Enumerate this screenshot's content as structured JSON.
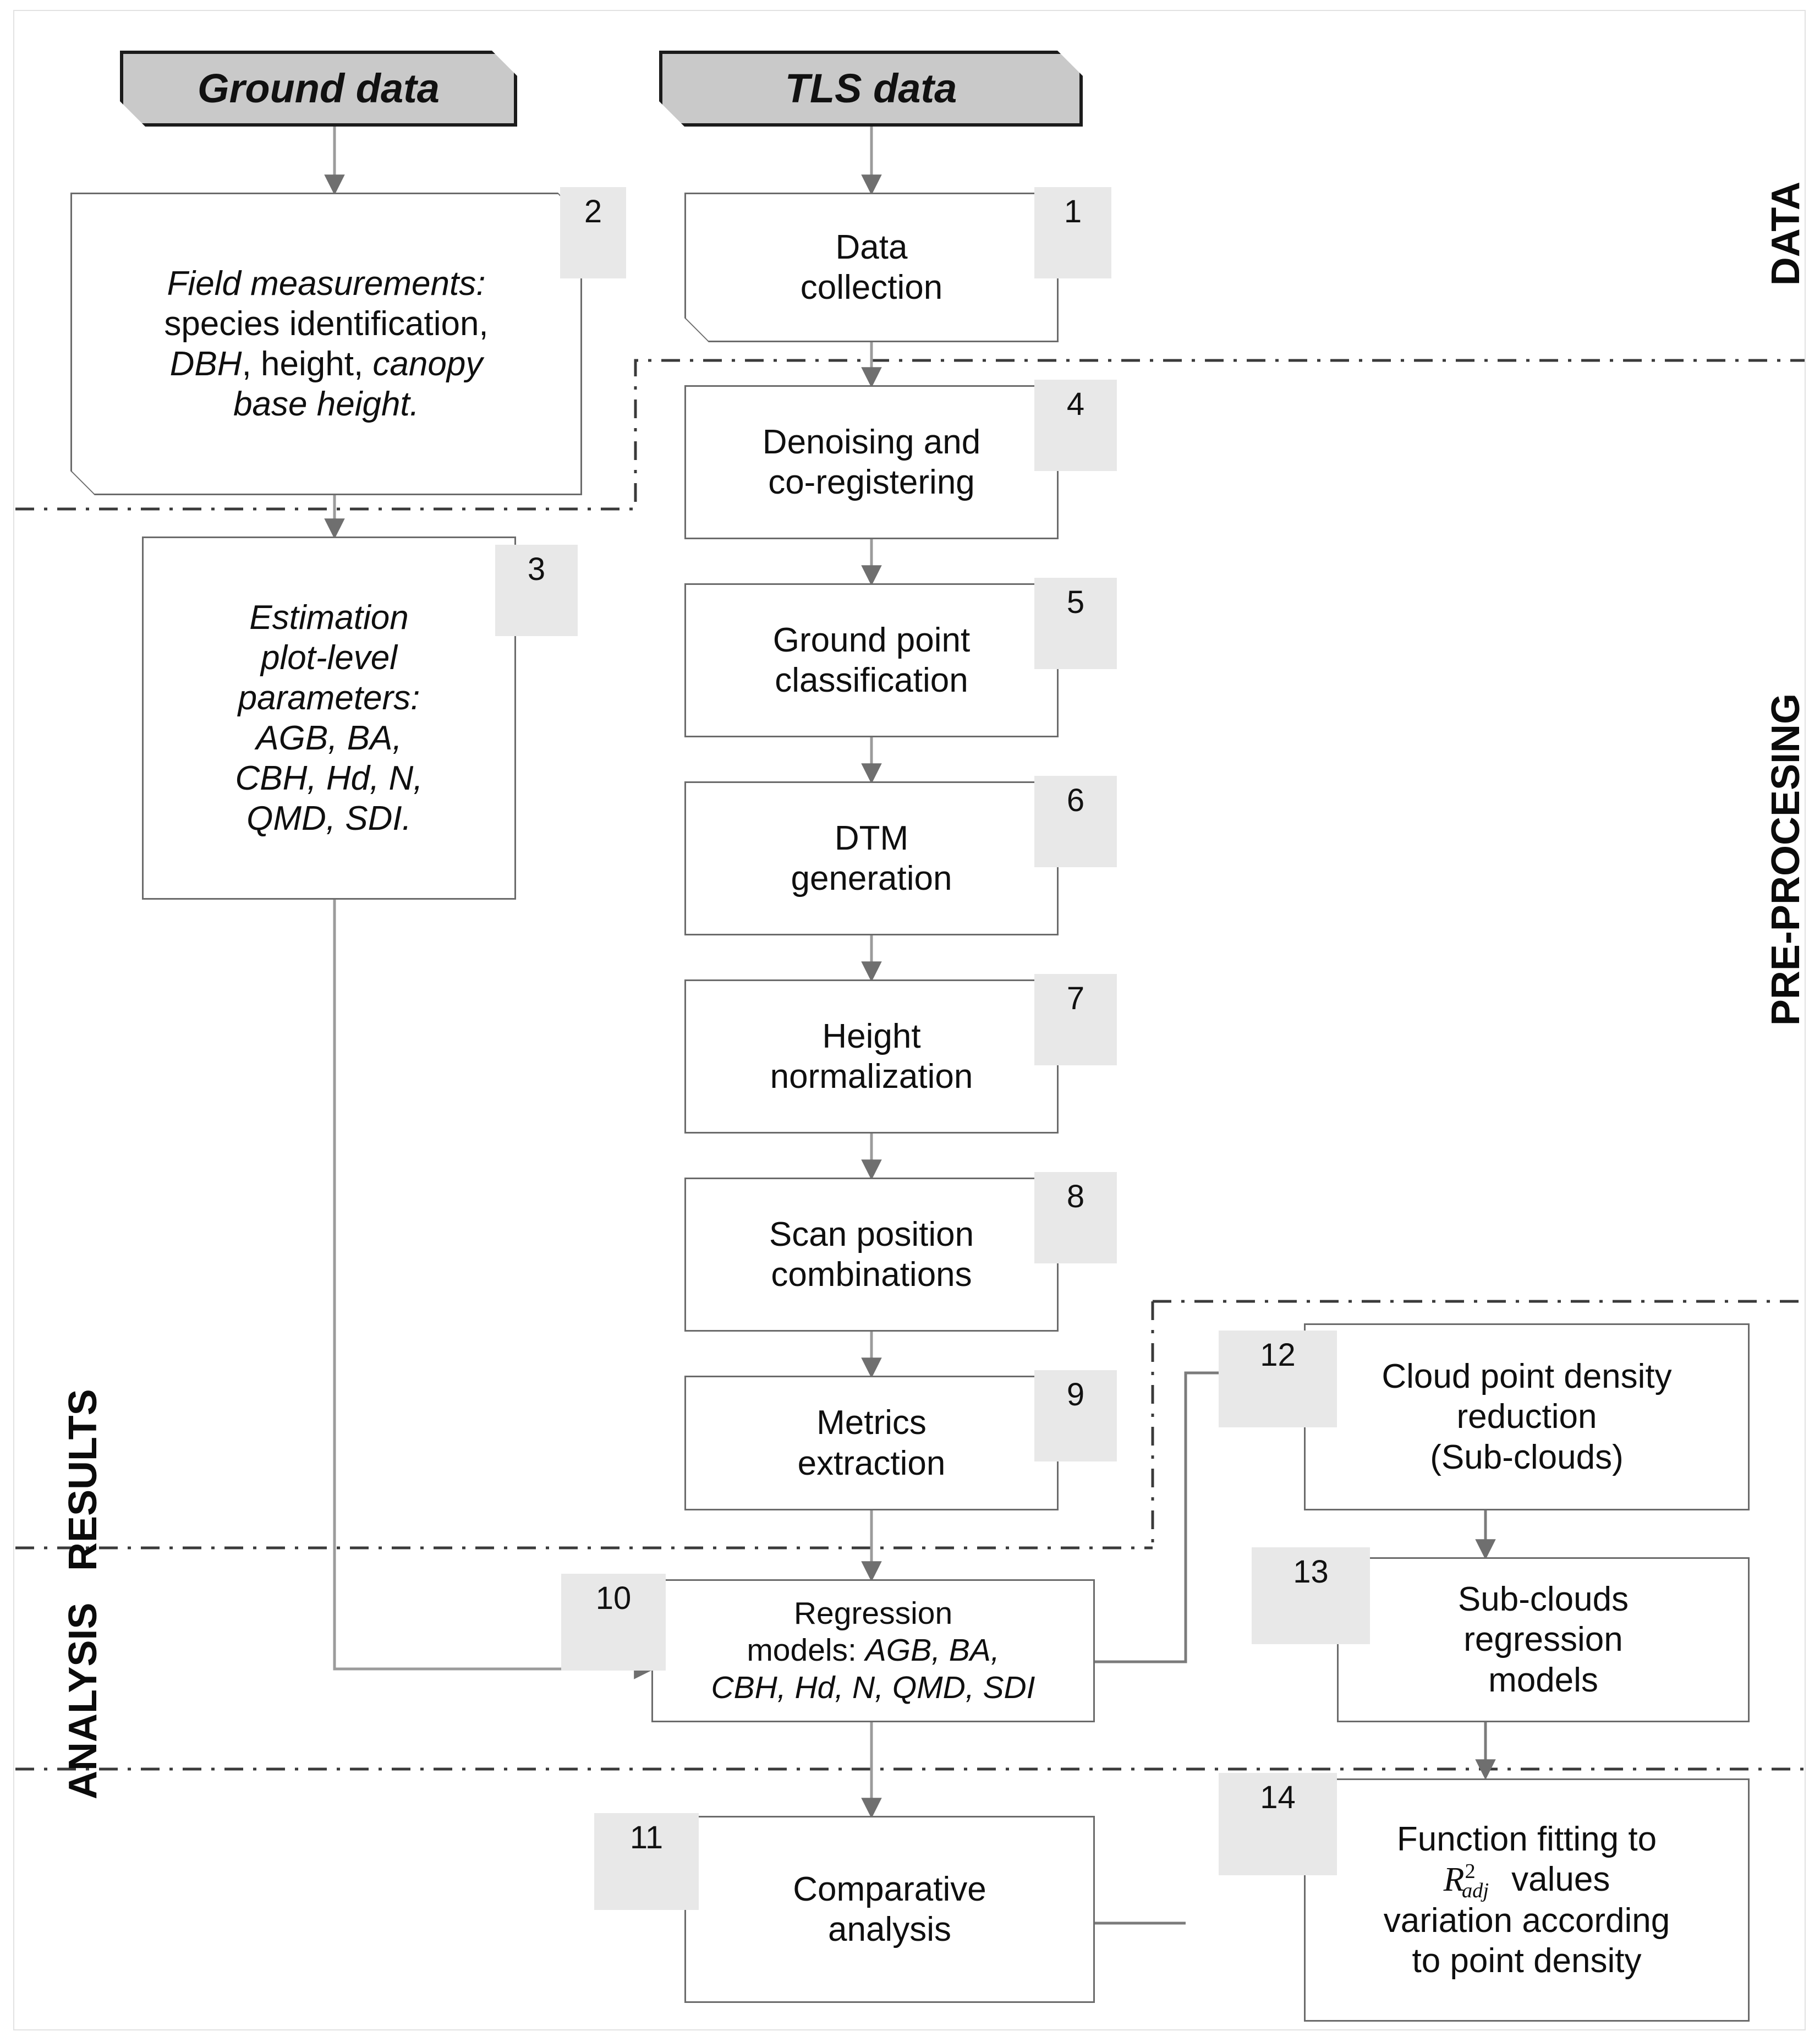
{
  "sources": [
    {
      "id": "ground-data",
      "label": "Ground data"
    },
    {
      "id": "tls-data",
      "label": "TLS data"
    }
  ],
  "bands": [
    {
      "id": "data",
      "label": "DATA",
      "side": "right"
    },
    {
      "id": "pre-procesing",
      "label": "PRE-PROCESING",
      "side": "right"
    },
    {
      "id": "results",
      "label": "RESULTS",
      "side": "left"
    },
    {
      "id": "analysis",
      "label": "ANALYSIS",
      "side": "left"
    }
  ],
  "nodes": [
    {
      "num": "1",
      "id": "data-collection",
      "lines": [
        "Data",
        "collection"
      ]
    },
    {
      "num": "2",
      "id": "field-measurements",
      "lines": [
        "Field measurements:",
        "species identification,",
        "DBH, height, canopy",
        "base height."
      ]
    },
    {
      "num": "3",
      "id": "estimation-plot-level",
      "lines": [
        "Estimation",
        "plot-level",
        "parameters:",
        "AGB, BA,",
        "CBH, Hd, N,",
        "QMD, SDI."
      ]
    },
    {
      "num": "4",
      "id": "denoising-coregistering",
      "lines": [
        "Denoising and",
        "co-registering"
      ]
    },
    {
      "num": "5",
      "id": "ground-point-classification",
      "lines": [
        "Ground point",
        "classification"
      ]
    },
    {
      "num": "6",
      "id": "dtm-generation",
      "lines": [
        "DTM",
        "generation"
      ]
    },
    {
      "num": "7",
      "id": "height-normalization",
      "lines": [
        "Height",
        "normalization"
      ]
    },
    {
      "num": "8",
      "id": "scan-position-combinations",
      "lines": [
        "Scan position",
        "combinations"
      ]
    },
    {
      "num": "9",
      "id": "metrics-extraction",
      "lines": [
        "Metrics",
        "extraction"
      ]
    },
    {
      "num": "10",
      "id": "regression-models",
      "lines": [
        "Regression",
        "models: AGB, BA,",
        "CBH, Hd, N, QMD, SDI"
      ]
    },
    {
      "num": "11",
      "id": "comparative-analysis",
      "lines": [
        "Comparative",
        "analysis"
      ]
    },
    {
      "num": "12",
      "id": "cloud-point-density-reduction",
      "lines": [
        "Cloud point density",
        "reduction",
        "(Sub-clouds)"
      ]
    },
    {
      "num": "13",
      "id": "sub-clouds-regression-models",
      "lines": [
        "Sub-clouds",
        "regression",
        "models"
      ]
    },
    {
      "num": "14",
      "id": "function-fitting",
      "lines": [
        "Function fitting to",
        "R2adj values",
        "variation according",
        "to point density"
      ]
    }
  ],
  "node_text": {
    "n1_l1": "Data",
    "n1_l2": "collection",
    "n2_l1": "Field measurements:",
    "n2_l2": "species identification,",
    "n2_l3a": "DBH",
    "n2_l3b": ", height, ",
    "n2_l3c": "canopy",
    "n2_l4": "base height.",
    "n3_l1": "Estimation",
    "n3_l2": "plot-level",
    "n3_l3": "parameters:",
    "n3_l4": "AGB, BA,",
    "n3_l5": "CBH, Hd, N,",
    "n3_l6": "QMD, SDI.",
    "n4_l1": "Denoising and",
    "n4_l2": "co-registering",
    "n5_l1": "Ground point",
    "n5_l2": "classification",
    "n6_l1": "DTM",
    "n6_l2": "generation",
    "n7_l1": "Height",
    "n7_l2": "normalization",
    "n8_l1": "Scan position",
    "n8_l2": "combinations",
    "n9_l1": "Metrics",
    "n9_l2": "extraction",
    "n10_l1": "Regression",
    "n10_l2a": "models: ",
    "n10_l2b": "AGB, BA,",
    "n10_l3": "CBH, Hd, N, QMD, SDI",
    "n11_l1": "Comparative",
    "n11_l2": "analysis",
    "n12_l1": "Cloud point density",
    "n12_l2": "reduction",
    "n12_l3": "(Sub-clouds)",
    "n13_l1": "Sub-clouds",
    "n13_l2": "regression",
    "n13_l3": "models",
    "n14_l1": "Function fitting to",
    "n14_r": "R",
    "n14_sup": "2",
    "n14_sub": "adj",
    "n14_l2b": " values",
    "n14_l3": "variation according",
    "n14_l4": "to point density"
  },
  "tags": {
    "t1": "1",
    "t2": "2",
    "t3": "3",
    "t4": "4",
    "t5": "5",
    "t6": "6",
    "t7": "7",
    "t8": "8",
    "t9": "9",
    "t10": "10",
    "t11": "11",
    "t12": "12",
    "t13": "13",
    "t14": "14"
  },
  "colors": {
    "source_fill": "#c9c9c9",
    "source_border": "#1b1b1b",
    "box_border": "#6b6b6b",
    "tag_fill": "#e8e8e8",
    "connector": "#7b7b7b",
    "band_line": "#3a3a3a",
    "background": "#ffffff"
  }
}
